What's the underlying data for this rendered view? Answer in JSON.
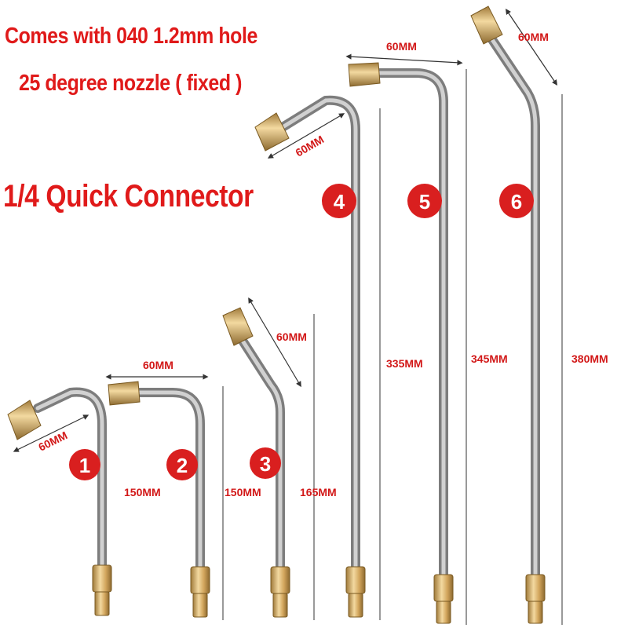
{
  "headlines": {
    "line1": "Comes with 040 1.2mm hole",
    "line2": "25 degree nozzle ( fixed )",
    "line3": "1/4 Quick Connector"
  },
  "colors": {
    "accent_red": "#e01a1a",
    "badge_red": "#d91f1f",
    "steel": "#c9c9c9",
    "brass": "#d9b06a"
  },
  "wands": [
    {
      "number": "1",
      "tip_label": "60MM",
      "length_label": "150MM"
    },
    {
      "number": "2",
      "tip_label": "60MM",
      "length_label": "150MM"
    },
    {
      "number": "3",
      "tip_label": "60MM",
      "length_label": "165MM"
    },
    {
      "number": "4",
      "tip_label": "60MM",
      "length_label": "335MM"
    },
    {
      "number": "5",
      "tip_label": "60MM",
      "length_label": "345MM"
    },
    {
      "number": "6",
      "tip_label": "60MM",
      "length_label": "380MM"
    }
  ]
}
